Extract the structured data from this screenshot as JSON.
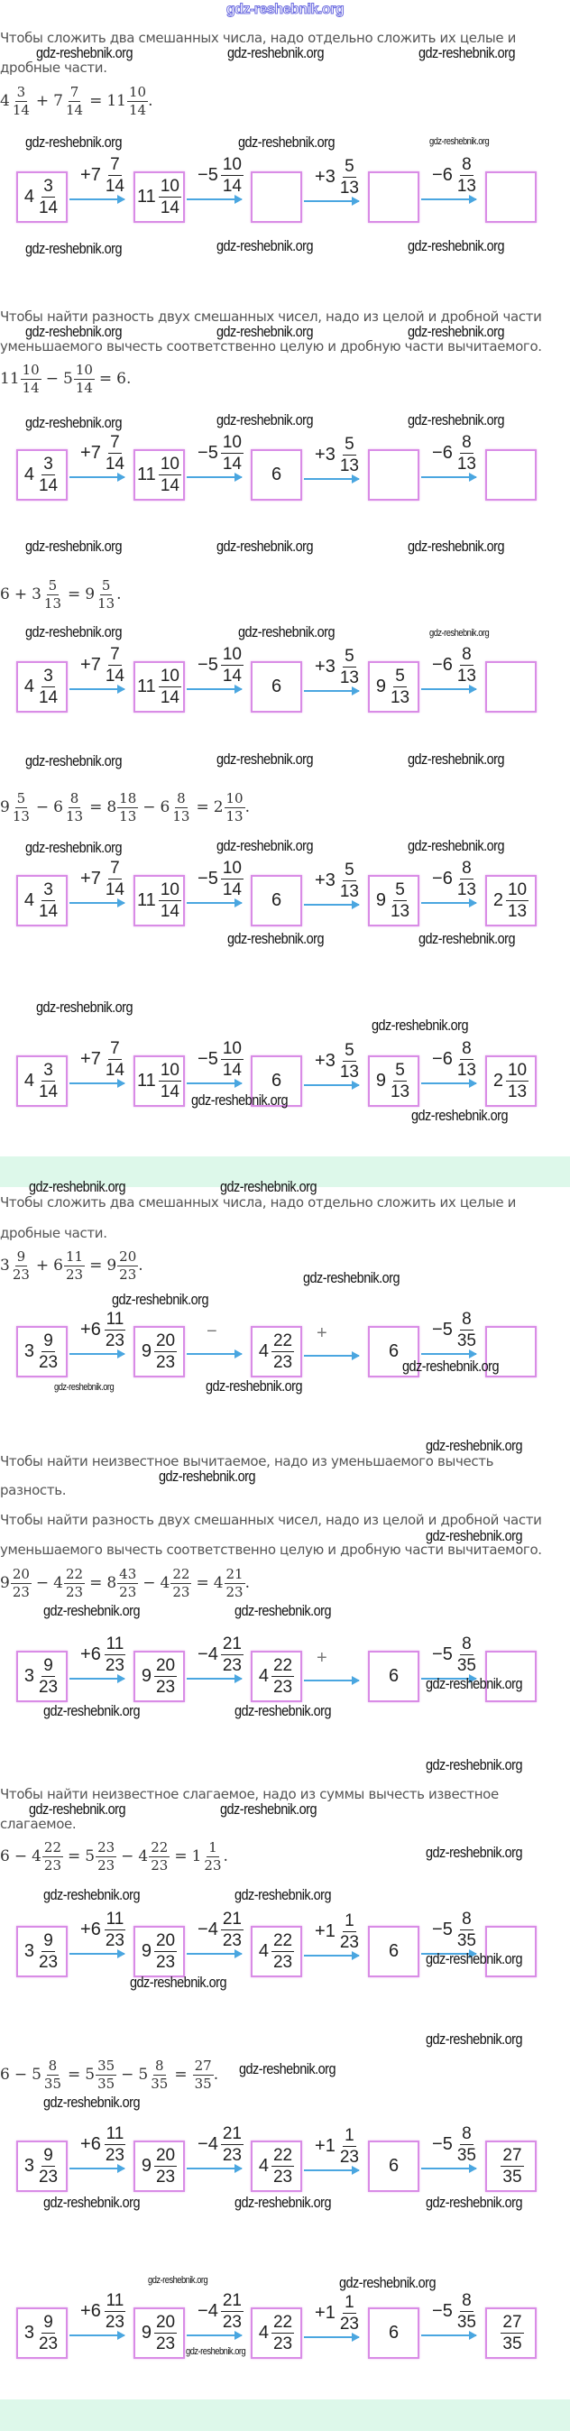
{
  "header": {
    "watermark": "gdz-reshebnik.org"
  },
  "watermark": "gdz-reshebnik.org",
  "colors": {
    "box_border": "#d98ce6",
    "arrow": "#4aa6e0",
    "band": "#ddf8ea",
    "text": "#555555"
  },
  "texts": [
    "Чтобы сложить два смешанных числа, надо отдельно сложить их целые и",
    "дробные части.",
    "Чтобы найти разность двух смешанных чисел, надо из целой и дробной части",
    "уменьшаемого вычесть соответственно целую и дробную части вычитаемого.",
    "Чтобы сложить два смешанных числа, надо отдельно сложить их целые и",
    "дробные части.",
    "Чтобы найти неизвестное вычитаемое, надо из уменьшаемого вычесть",
    "разность.",
    "Чтобы найти разность двух смешанных чисел, надо из целой и дробной части",
    "уменьшаемого вычесть соответственно целую и дробную части вычитаемого.",
    "Чтобы найти неизвестное слагаемое, надо из суммы вычесть известное",
    "слагаемое."
  ],
  "equations": [
    [
      {
        "w": "4",
        "n": "3",
        "d": "14"
      },
      "+",
      {
        "w": "7",
        "n": "7",
        "d": "14"
      },
      "=",
      {
        "w": "11",
        "n": "10",
        "d": "14"
      },
      "."
    ],
    [
      {
        "w": "11",
        "n": "10",
        "d": "14"
      },
      "−",
      {
        "w": "5",
        "n": "10",
        "d": "14"
      },
      "=",
      "6."
    ],
    [
      "6",
      "+",
      {
        "w": "3",
        "n": "5",
        "d": "13"
      },
      "=",
      {
        "w": "9",
        "n": "5",
        "d": "13"
      },
      "."
    ],
    [
      {
        "w": "9",
        "n": "5",
        "d": "13"
      },
      "−",
      {
        "w": "6",
        "n": "8",
        "d": "13"
      },
      "=",
      {
        "w": "8",
        "n": "18",
        "d": "13"
      },
      "−",
      {
        "w": "6",
        "n": "8",
        "d": "13"
      },
      "=",
      {
        "w": "2",
        "n": "10",
        "d": "13"
      },
      "."
    ],
    [
      {
        "w": "3",
        "n": "9",
        "d": "23"
      },
      "+",
      {
        "w": "6",
        "n": "11",
        "d": "23"
      },
      "=",
      {
        "w": "9",
        "n": "20",
        "d": "23"
      },
      "."
    ],
    [
      {
        "w": "9",
        "n": "20",
        "d": "23"
      },
      "−",
      {
        "w": "4",
        "n": "22",
        "d": "23"
      },
      "=",
      {
        "w": "8",
        "n": "43",
        "d": "23"
      },
      "−",
      {
        "w": "4",
        "n": "22",
        "d": "23"
      },
      "=",
      {
        "w": "4",
        "n": "21",
        "d": "23"
      },
      "."
    ],
    [
      "6",
      "−",
      {
        "w": "4",
        "n": "22",
        "d": "23"
      },
      "=",
      {
        "w": "5",
        "n": "23",
        "d": "23"
      },
      "−",
      {
        "w": "4",
        "n": "22",
        "d": "23"
      },
      "=",
      {
        "w": "1",
        "n": "1",
        "d": "23"
      },
      "."
    ],
    [
      "6",
      "−",
      {
        "w": "5",
        "n": "8",
        "d": "35"
      },
      "=",
      {
        "w": "5",
        "n": "35",
        "d": "35"
      },
      "−",
      {
        "w": "5",
        "n": "8",
        "d": "35"
      },
      "=",
      {
        "w": "",
        "n": "27",
        "d": "35"
      },
      "."
    ]
  ],
  "diagrams": [
    {
      "ops": [
        {
          "s": "+7",
          "n": "7",
          "d": "14"
        },
        {
          "s": "−5",
          "n": "10",
          "d": "14"
        },
        {
          "s": "+3",
          "n": "5",
          "d": "13"
        },
        {
          "s": "−6",
          "n": "8",
          "d": "13"
        }
      ],
      "boxes": [
        {
          "w": "4",
          "n": "3",
          "d": "14"
        },
        {
          "w": "11",
          "n": "10",
          "d": "14"
        },
        null,
        null,
        null
      ]
    },
    {
      "ops": [
        {
          "s": "+7",
          "n": "7",
          "d": "14"
        },
        {
          "s": "−5",
          "n": "10",
          "d": "14"
        },
        {
          "s": "+3",
          "n": "5",
          "d": "13"
        },
        {
          "s": "−6",
          "n": "8",
          "d": "13"
        }
      ],
      "boxes": [
        {
          "w": "4",
          "n": "3",
          "d": "14"
        },
        {
          "w": "11",
          "n": "10",
          "d": "14"
        },
        {
          "w": "6"
        },
        null,
        null
      ]
    },
    {
      "ops": [
        {
          "s": "+7",
          "n": "7",
          "d": "14"
        },
        {
          "s": "−5",
          "n": "10",
          "d": "14"
        },
        {
          "s": "+3",
          "n": "5",
          "d": "13"
        },
        {
          "s": "−6",
          "n": "8",
          "d": "13"
        }
      ],
      "boxes": [
        {
          "w": "4",
          "n": "3",
          "d": "14"
        },
        {
          "w": "11",
          "n": "10",
          "d": "14"
        },
        {
          "w": "6"
        },
        {
          "w": "9",
          "n": "5",
          "d": "13"
        },
        null
      ]
    },
    {
      "ops": [
        {
          "s": "+7",
          "n": "7",
          "d": "14"
        },
        {
          "s": "−5",
          "n": "10",
          "d": "14"
        },
        {
          "s": "+3",
          "n": "5",
          "d": "13"
        },
        {
          "s": "−6",
          "n": "8",
          "d": "13"
        }
      ],
      "boxes": [
        {
          "w": "4",
          "n": "3",
          "d": "14"
        },
        {
          "w": "11",
          "n": "10",
          "d": "14"
        },
        {
          "w": "6"
        },
        {
          "w": "9",
          "n": "5",
          "d": "13"
        },
        {
          "w": "2",
          "n": "10",
          "d": "13"
        }
      ]
    },
    {
      "ops": [
        {
          "s": "+7",
          "n": "7",
          "d": "14"
        },
        {
          "s": "−5",
          "n": "10",
          "d": "14"
        },
        {
          "s": "+3",
          "n": "5",
          "d": "13"
        },
        {
          "s": "−6",
          "n": "8",
          "d": "13"
        }
      ],
      "boxes": [
        {
          "w": "4",
          "n": "3",
          "d": "14"
        },
        {
          "w": "11",
          "n": "10",
          "d": "14"
        },
        {
          "w": "6"
        },
        {
          "w": "9",
          "n": "5",
          "d": "13"
        },
        {
          "w": "2",
          "n": "10",
          "d": "13"
        }
      ]
    },
    {
      "ops": [
        {
          "s": "+6",
          "n": "11",
          "d": "23"
        },
        {
          "s": "−"
        },
        {
          "s": "+"
        },
        {
          "s": "−5",
          "n": "8",
          "d": "35"
        }
      ],
      "boxes": [
        {
          "w": "3",
          "n": "9",
          "d": "23"
        },
        {
          "w": "9",
          "n": "20",
          "d": "23"
        },
        {
          "w": "4",
          "n": "22",
          "d": "23"
        },
        {
          "w": "6"
        },
        null
      ]
    },
    {
      "ops": [
        {
          "s": "+6",
          "n": "11",
          "d": "23"
        },
        {
          "s": "−4",
          "n": "21",
          "d": "23"
        },
        {
          "s": "+"
        },
        {
          "s": "−5",
          "n": "8",
          "d": "35"
        }
      ],
      "boxes": [
        {
          "w": "3",
          "n": "9",
          "d": "23"
        },
        {
          "w": "9",
          "n": "20",
          "d": "23"
        },
        {
          "w": "4",
          "n": "22",
          "d": "23"
        },
        {
          "w": "6"
        },
        null
      ]
    },
    {
      "ops": [
        {
          "s": "+6",
          "n": "11",
          "d": "23"
        },
        {
          "s": "−4",
          "n": "21",
          "d": "23"
        },
        {
          "s": "+1",
          "n": "1",
          "d": "23"
        },
        {
          "s": "−5",
          "n": "8",
          "d": "35"
        }
      ],
      "boxes": [
        {
          "w": "3",
          "n": "9",
          "d": "23"
        },
        {
          "w": "9",
          "n": "20",
          "d": "23"
        },
        {
          "w": "4",
          "n": "22",
          "d": "23"
        },
        {
          "w": "6"
        },
        null
      ]
    },
    {
      "ops": [
        {
          "s": "+6",
          "n": "11",
          "d": "23"
        },
        {
          "s": "−4",
          "n": "21",
          "d": "23"
        },
        {
          "s": "+1",
          "n": "1",
          "d": "23"
        },
        {
          "s": "−5",
          "n": "8",
          "d": "35"
        }
      ],
      "boxes": [
        {
          "w": "3",
          "n": "9",
          "d": "23"
        },
        {
          "w": "9",
          "n": "20",
          "d": "23"
        },
        {
          "w": "4",
          "n": "22",
          "d": "23"
        },
        {
          "w": "6"
        },
        {
          "w": "",
          "n": "27",
          "d": "35"
        }
      ]
    },
    {
      "ops": [
        {
          "s": "+6",
          "n": "11",
          "d": "23"
        },
        {
          "s": "−4",
          "n": "21",
          "d": "23"
        },
        {
          "s": "+1",
          "n": "1",
          "d": "23"
        },
        {
          "s": "−5",
          "n": "8",
          "d": "35"
        }
      ],
      "boxes": [
        {
          "w": "3",
          "n": "9",
          "d": "23"
        },
        {
          "w": "9",
          "n": "20",
          "d": "23"
        },
        {
          "w": "4",
          "n": "22",
          "d": "23"
        },
        {
          "w": "6"
        },
        {
          "w": "",
          "n": "27",
          "d": "35"
        }
      ]
    }
  ]
}
